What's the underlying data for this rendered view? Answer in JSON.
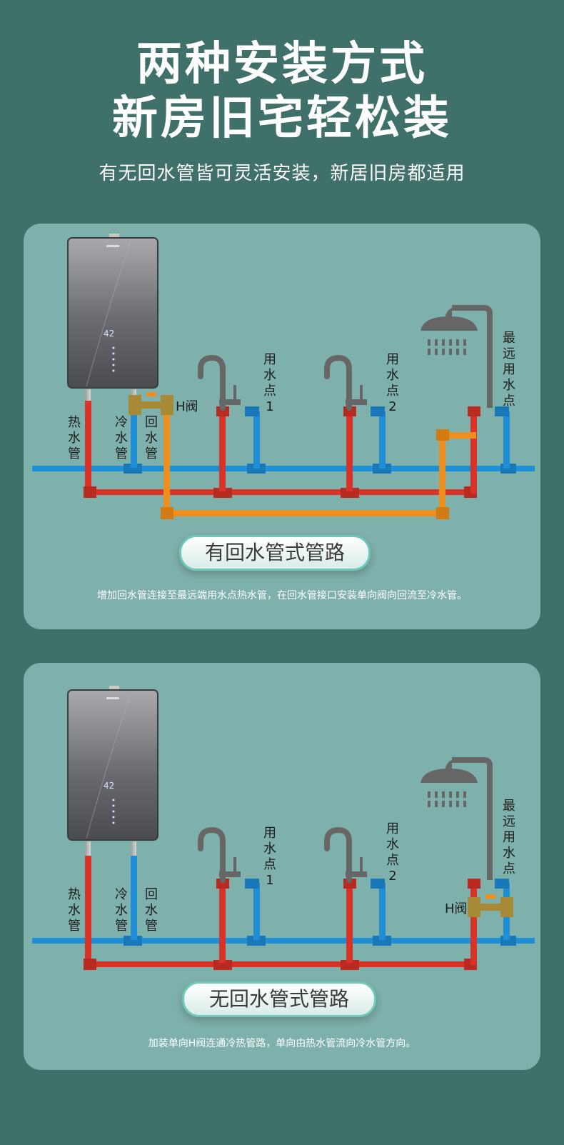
{
  "header": {
    "title_line1": "两种安装方式",
    "title_line2": "新房旧宅轻松装",
    "subtitle": "有无回水管皆可灵活安装，新居旧房都适用"
  },
  "colors": {
    "background": "#3f7069",
    "panel": "#7fb1ac",
    "hot_pipe": "#d93327",
    "cold_pipe": "#1e8fd6",
    "return_pipe": "#ec8f1e",
    "valve": "#a78a35",
    "fixture": "#666666"
  },
  "panel_with_return": {
    "labels": {
      "hot_pipe": "热水管",
      "cold_pipe": "冷水管",
      "return_pipe": "回水管",
      "h_valve": "H阀",
      "point_1": "用水点1",
      "point_2": "用水点2",
      "farthest_point": "最远用水点"
    },
    "caption": "有回水管式管路",
    "note": "增加回水管连接至最远端用水点热水管，在回水管接口安装单向阀向回流至冷水管。"
  },
  "panel_no_return": {
    "labels": {
      "hot_pipe": "热水管",
      "cold_pipe": "冷水管",
      "return_pipe": "回水管",
      "h_valve": "H阀",
      "point_1": "用水点1",
      "point_2": "用水点2",
      "farthest_point": "最远用水点"
    },
    "caption": "无回水管式管路",
    "note": "加装单向H阀连通冷热管路，单向由热水管流向冷水管方向。"
  }
}
